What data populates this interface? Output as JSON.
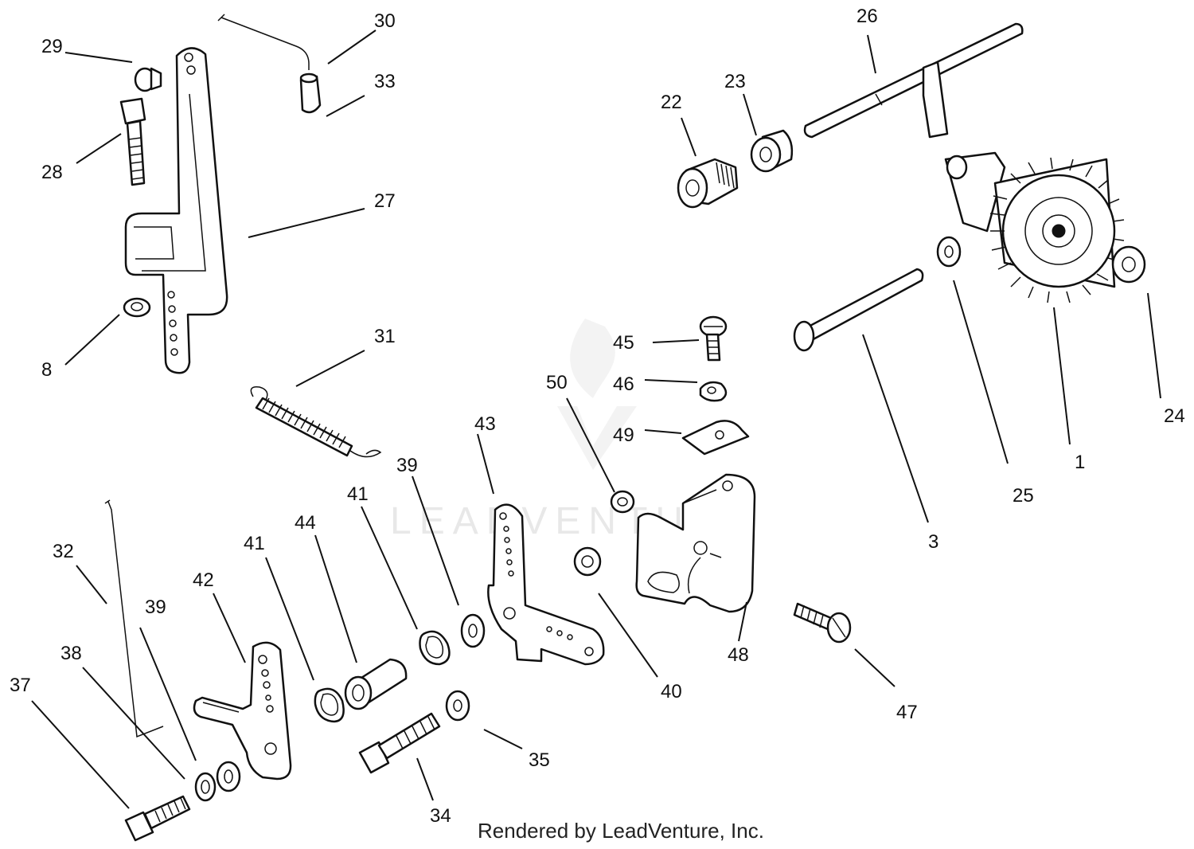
{
  "watermark": "LEADVENTURE",
  "footer": "Rendered by LeadVenture, Inc.",
  "callouts": [
    "29",
    "30",
    "33",
    "28",
    "27",
    "8",
    "31",
    "32",
    "39",
    "42",
    "41",
    "44",
    "41",
    "39",
    "43",
    "38",
    "37",
    "34",
    "35",
    "26",
    "22",
    "23",
    "45",
    "46",
    "50",
    "49",
    "40",
    "48",
    "47",
    "3",
    "25",
    "1",
    "24"
  ]
}
